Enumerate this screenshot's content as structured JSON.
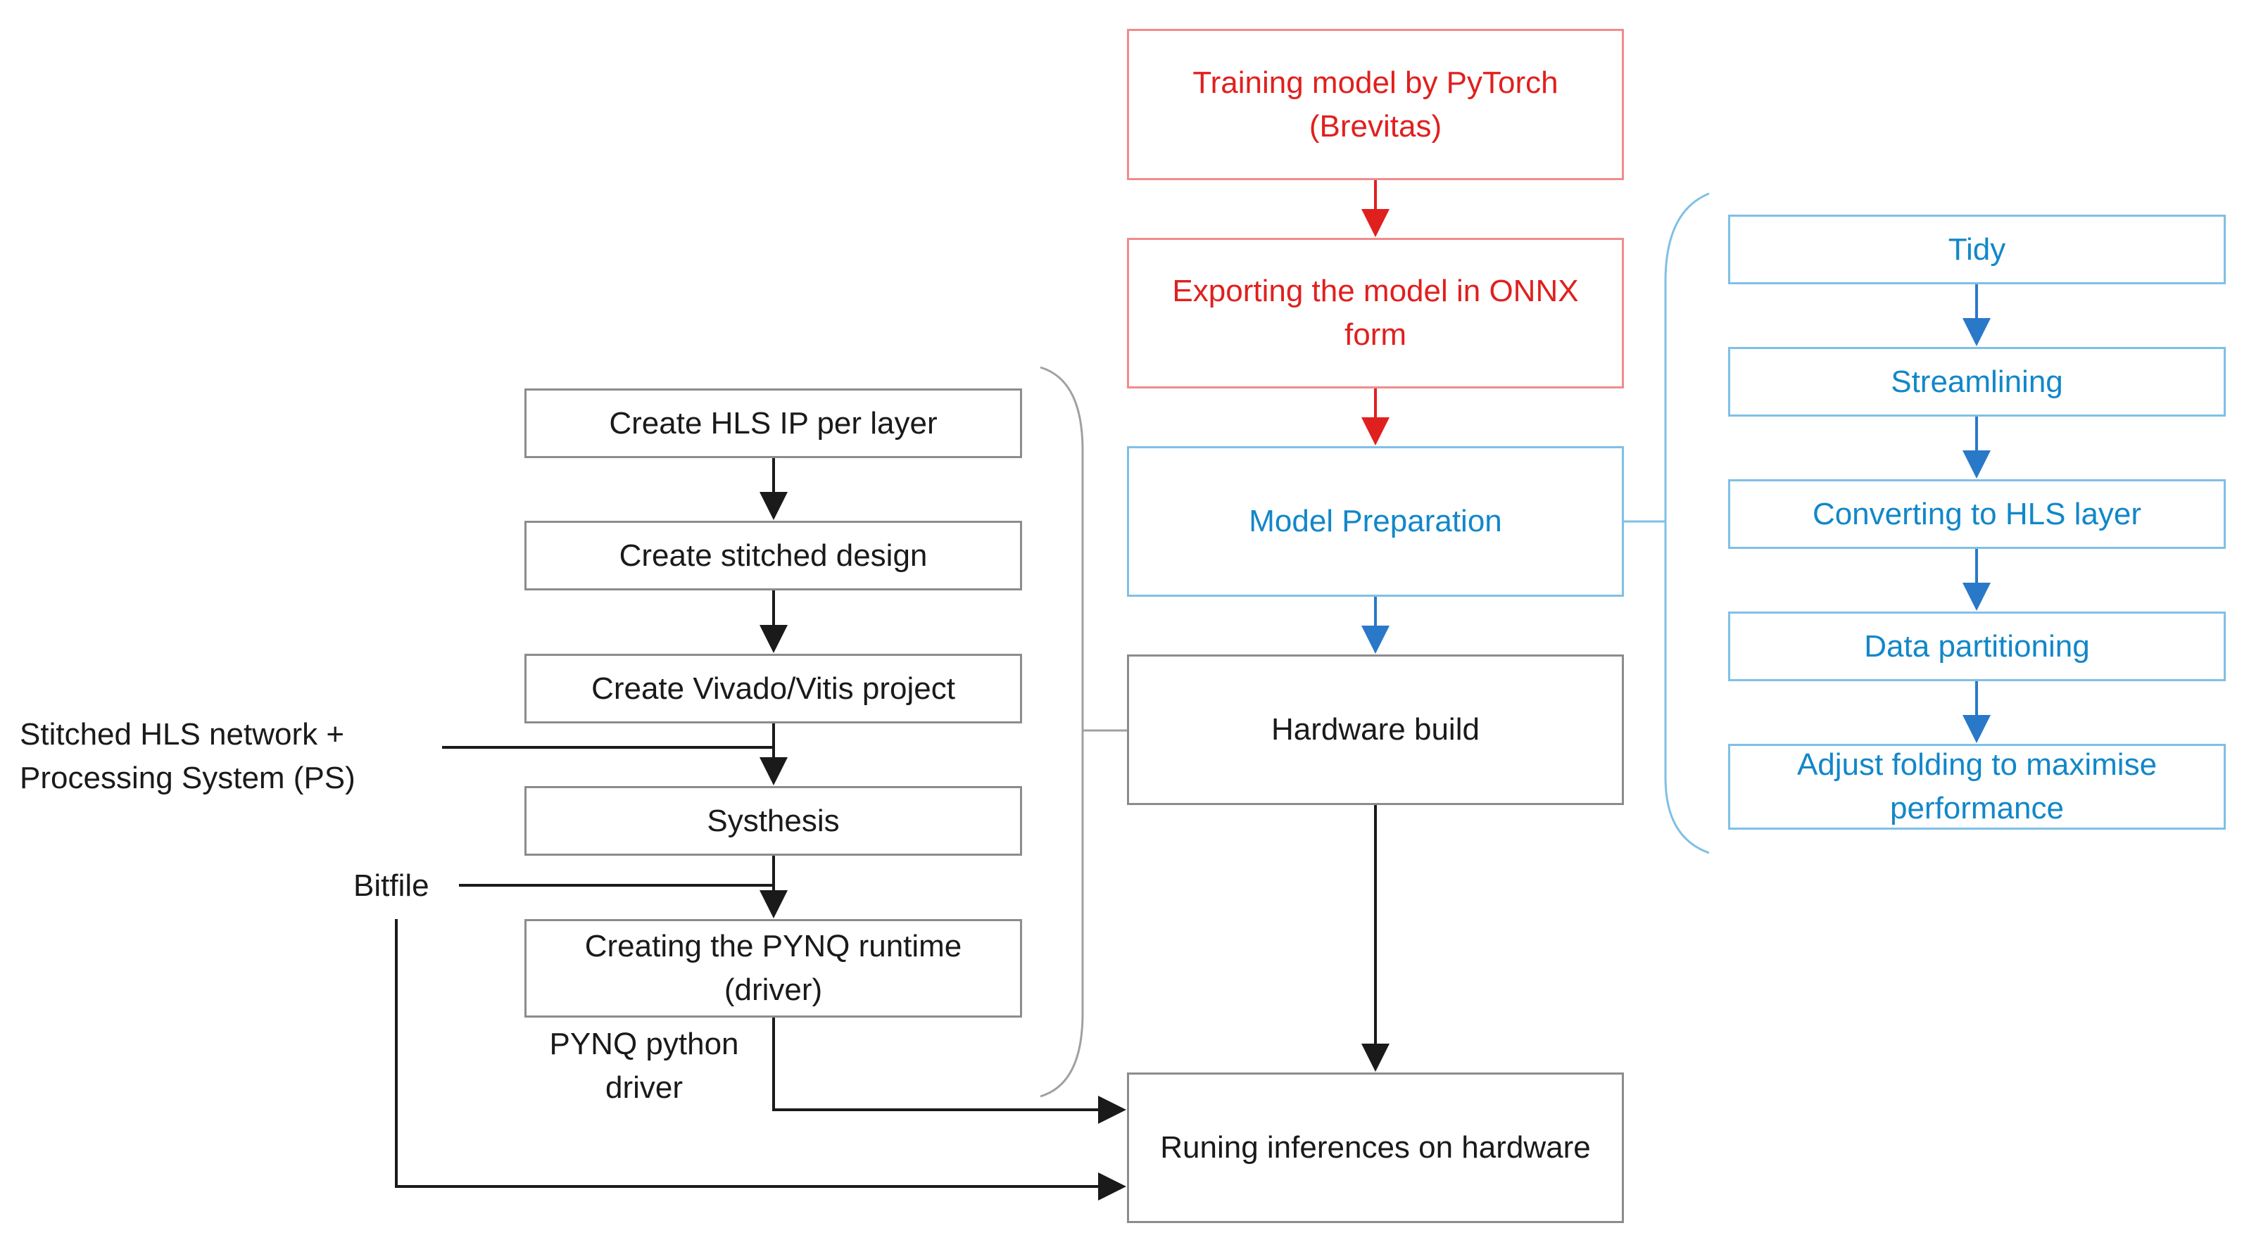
{
  "main_flow": {
    "training": "Training model by PyTorch\n(Brevitas)",
    "exporting": "Exporting the model in ONNX\nform",
    "preparation": "Model Preparation",
    "hardware_build": "Hardware build",
    "running": "Runing inferences on hardware"
  },
  "build_steps": [
    "Create HLS IP per layer",
    "Create stitched design",
    "Create Vivado/Vitis project",
    "Systhesis",
    "Creating the PYNQ runtime\n(driver)"
  ],
  "prep_steps": [
    "Tidy",
    "Streamlining",
    "Converting to HLS layer",
    "Data partitioning",
    "Adjust folding to maximise\nperformance"
  ],
  "labels": {
    "stitched": "Stitched HLS network +\nProcessing System (PS)",
    "bitfile": "Bitfile",
    "driver": "PYNQ python\ndriver"
  },
  "colors": {
    "red": "#e0201e",
    "blue": "#1287c9",
    "blue_arrow": "#2a78c8",
    "black": "#1a1a1a",
    "gray_line": "#a0a0a0"
  }
}
